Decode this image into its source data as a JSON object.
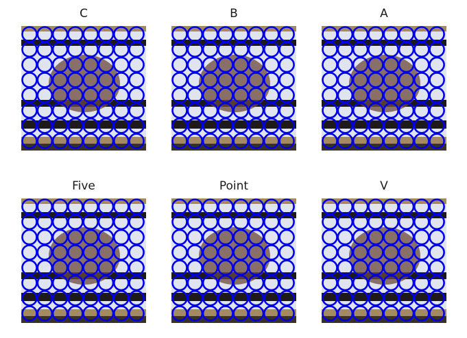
{
  "panels": [
    {
      "title": "C"
    },
    {
      "title": "B"
    },
    {
      "title": "A"
    },
    {
      "title": "Five"
    },
    {
      "title": "Point"
    },
    {
      "title": "V"
    }
  ],
  "colors": {
    "circle": "#0000e6",
    "background": "#ffffff",
    "photo_light": "#dfe4ee",
    "photo_dark": "#1e1a1c",
    "photo_skin": "#6b4a3c",
    "photo_wood": "#a48a62"
  }
}
